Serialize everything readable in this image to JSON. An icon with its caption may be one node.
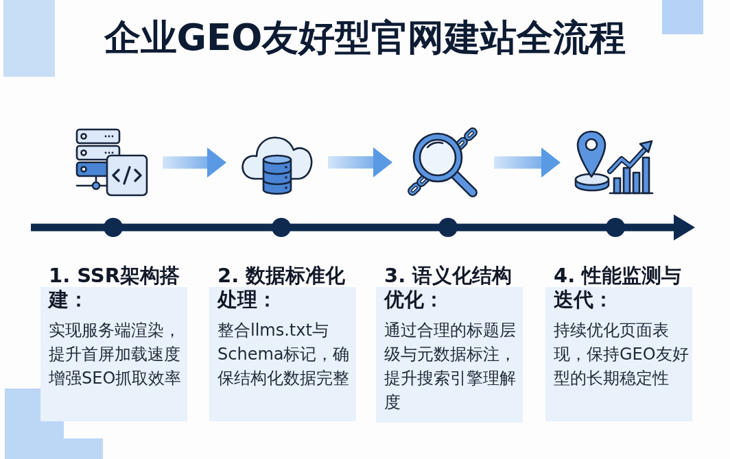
{
  "diagram": {
    "title": "企业GEO友好型官网建站全流程",
    "nodes": [
      {
        "text": [],
        "shape": "picture"
      },
      {
        "text": [],
        "shape": "picture"
      },
      {
        "text": [],
        "shape": "picture"
      },
      {
        "text": [],
        "shape": "picture"
      },
      {
        "text": [
          "1. SSR架构搭建：",
          "实现服务端渲染，提升首屏加载速度增强SEO抓取效率"
        ]
      },
      {
        "text": [
          "2. 数据标准化处理：",
          "整合llms.txt与Schema标记，确保结构化数据完整"
        ]
      },
      {
        "text": [
          "3. 语义化结构优化：",
          "通过合理的标题层级与元数据标注，提升搜索引擎理解度"
        ]
      },
      {
        "text": [
          "4. 性能监测与迭代：",
          "持续优化页面表现，保持GEO友好型的长期稳定性"
        ]
      }
    ],
    "edges": [
      {
        "from": 0,
        "to": 1,
        "arrow": "to"
      },
      {
        "from": 1,
        "to": 2,
        "arrow": "to"
      },
      {
        "from": 2,
        "to": 3,
        "arrow": "to"
      }
    ]
  }
}
